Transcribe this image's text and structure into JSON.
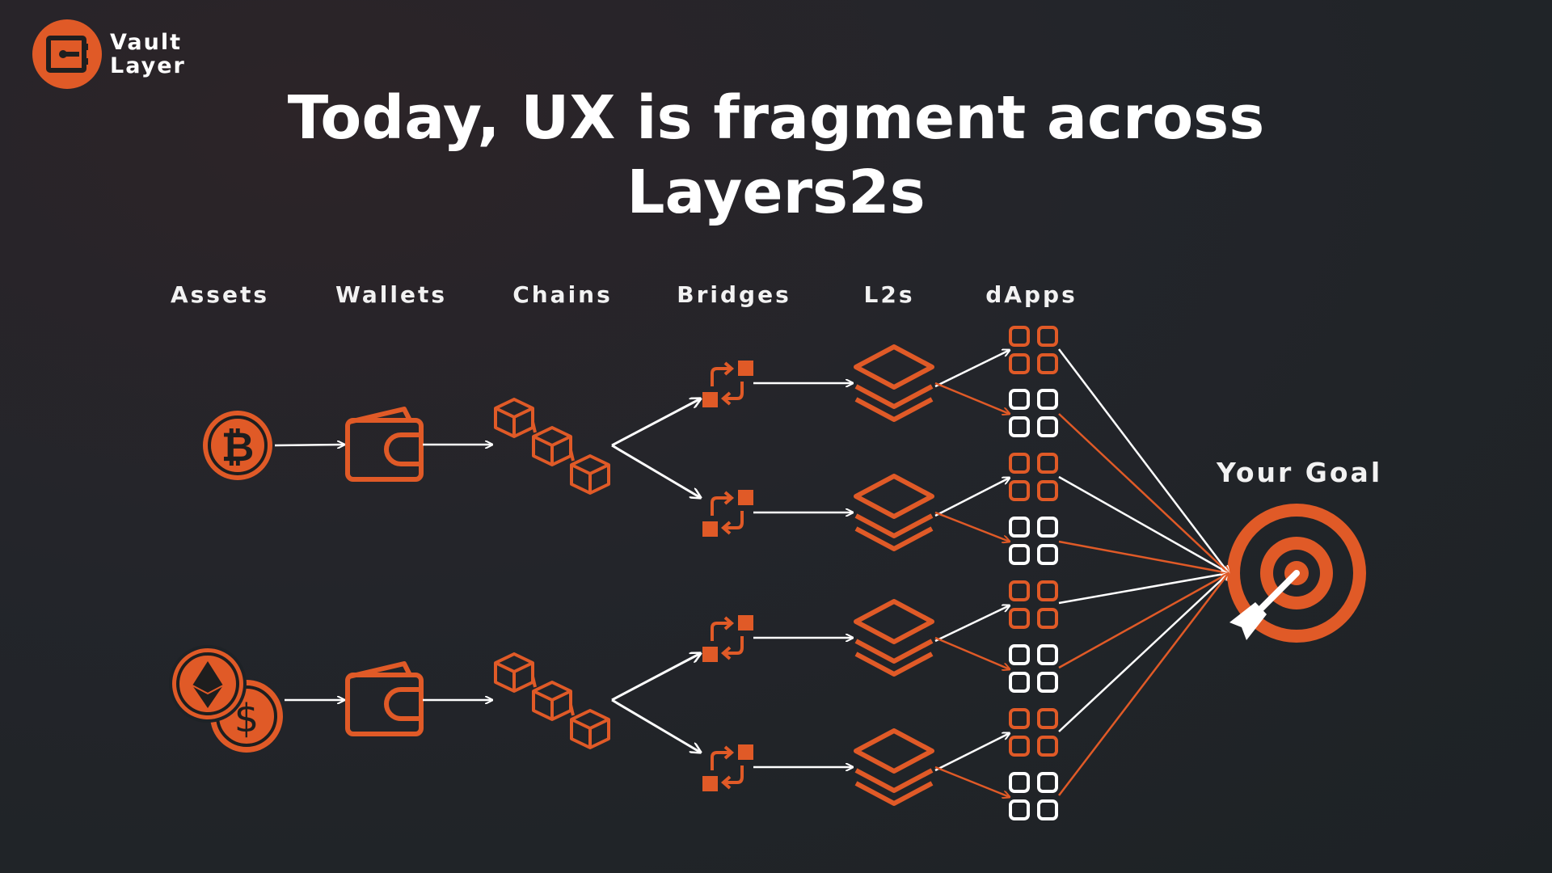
{
  "logo": {
    "line1": "Vault",
    "line2": "Layer"
  },
  "title": {
    "line1": "Today, UX is fragment across",
    "line2": "Layers2s"
  },
  "columns": {
    "assets": "Assets",
    "wallets": "Wallets",
    "chains": "Chains",
    "bridges": "Bridges",
    "l2s": "L2s",
    "dapps": "dApps"
  },
  "goal": "Your Goal",
  "asset_icons": {
    "bitcoin": "₿",
    "ether": "◆",
    "dollar": "$"
  },
  "colors": {
    "accent": "#e05a27",
    "text": "#ffffff",
    "background": "#22252a"
  }
}
